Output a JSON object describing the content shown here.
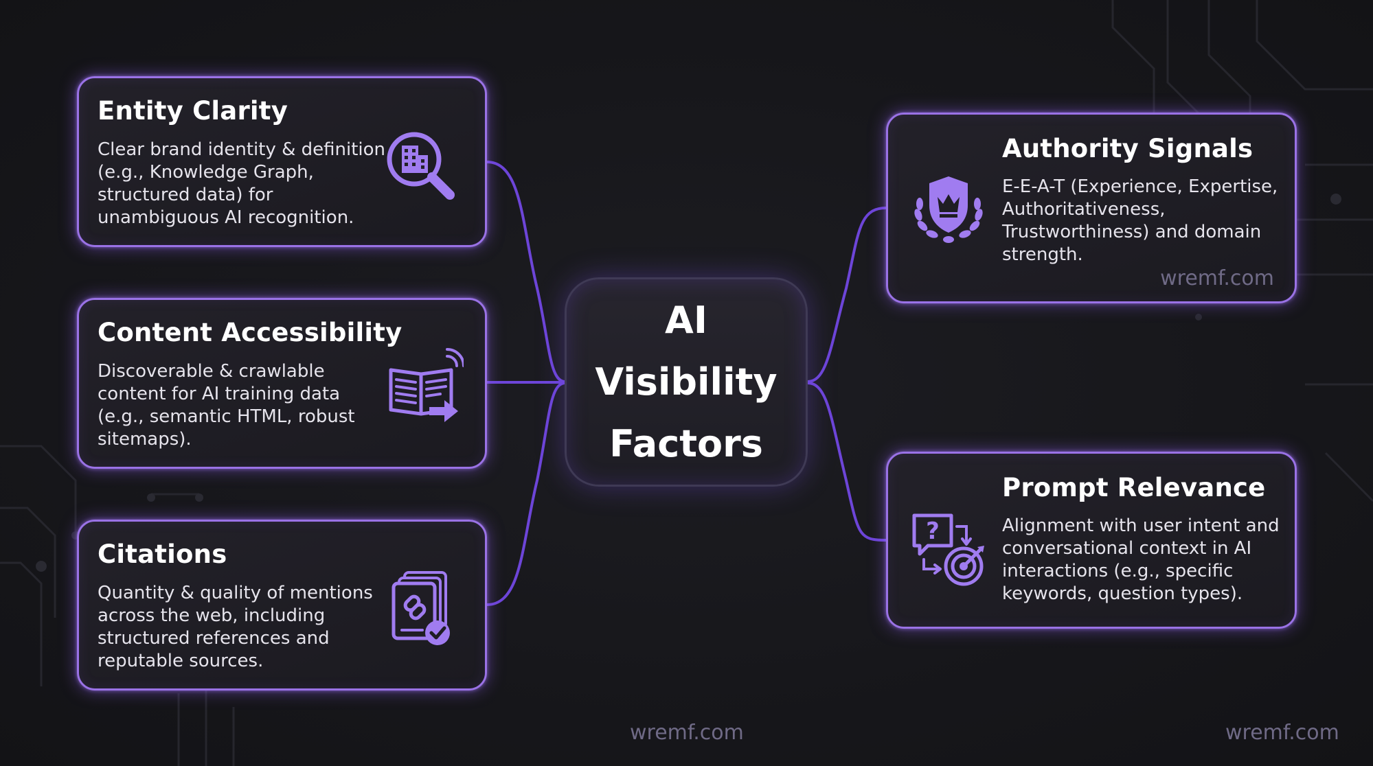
{
  "center": {
    "title": "AI Visibility Factors"
  },
  "cards": {
    "entity": {
      "title": "Entity Clarity",
      "description": "Clear brand identity & definition (e.g., Knowledge Graph, structured data) for unambiguous AI recognition.",
      "icon": "building-search-icon"
    },
    "content": {
      "title": "Content Accessibility",
      "description": "Discoverable & crawlable content for AI training data (e.g., semantic HTML, robust sitemaps).",
      "icon": "open-book-broadcast-icon"
    },
    "citations": {
      "title": "Citations",
      "description": "Quantity & quality of mentions across the web, including structured references and reputable sources.",
      "icon": "linked-documents-check-icon"
    },
    "authority": {
      "title": "Authority Signals",
      "description": "E-E-A-T (Experience, Expertise, Authoritativeness, Trustworthiness) and domain strength.",
      "icon": "shield-crown-laurel-icon",
      "watermark": "wremf.com"
    },
    "prompt": {
      "title": "Prompt Relevance",
      "description": "Alignment with user intent and conversational context in AI interactions (e.g., specific keywords, question types).",
      "icon": "question-target-icon"
    }
  },
  "watermarks": {
    "bottom_center": "wremf.com",
    "bottom_right": "wremf.com"
  },
  "colors": {
    "accent": "#9a72e6",
    "icon": "#a07cf0",
    "background": "#17171b",
    "connector": "#6d45d8"
  }
}
